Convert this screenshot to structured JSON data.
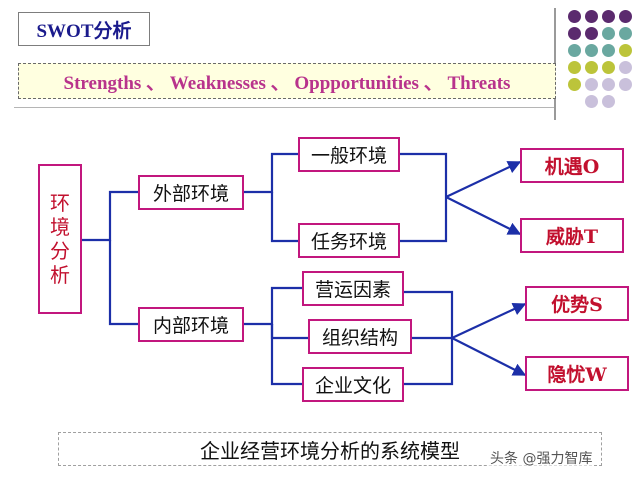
{
  "header": {
    "title": "SWOT分析",
    "subtitle": "Strengths 、 Weaknesses 、 Oppportunities 、 Threats"
  },
  "diagram": {
    "root": "环\n境\n分\n析",
    "external": "外部环境",
    "internal": "内部环境",
    "general_env": "一般环境",
    "task_env": "任务环境",
    "operations": "营运因素",
    "org_structure": "组织结构",
    "corp_culture": "企业文化",
    "opportunity": "机遇O",
    "threat": "威胁T",
    "strength": "优势S",
    "weakness": "隐忧W"
  },
  "footer": {
    "caption": "企业经营环境分析的系统模型",
    "watermark": "头条 @强力智库"
  },
  "colors": {
    "title_text": "#1a1a8c",
    "accent_text": "#b8338c",
    "node_border": "#c2177e",
    "red_text": "#c2102e",
    "connector": "#1c2fa8",
    "dot_purple": "#5b2a6e",
    "dot_teal": "#6aa8a0",
    "dot_olive": "#bcc43a",
    "dot_lavender": "#c9c0db"
  }
}
